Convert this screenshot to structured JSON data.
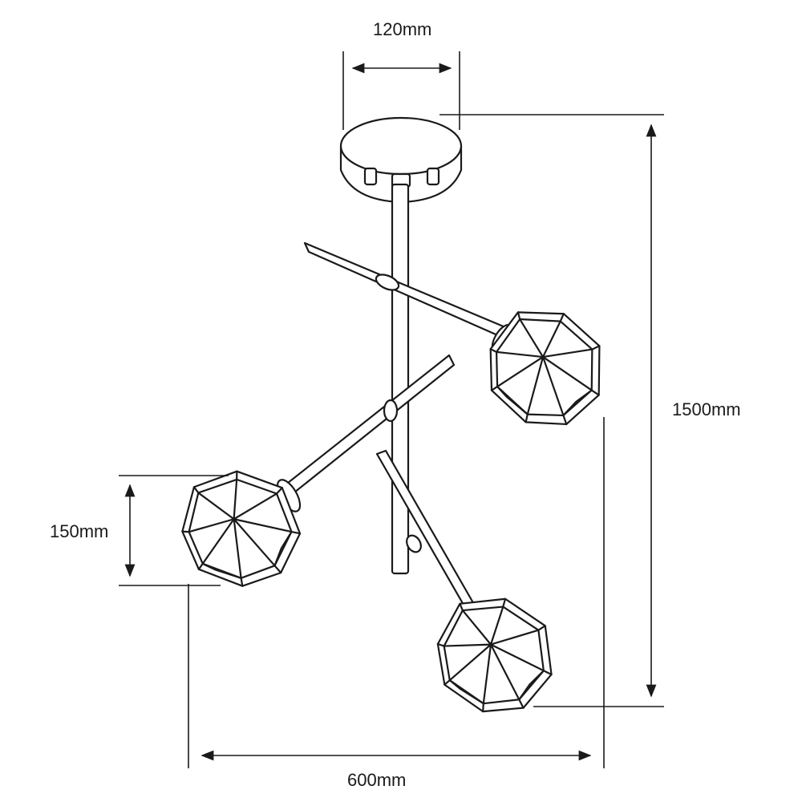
{
  "dimensions": {
    "canopy_width": "120mm",
    "total_height": "1500mm",
    "shade_height": "150mm",
    "total_width": "600mm"
  }
}
